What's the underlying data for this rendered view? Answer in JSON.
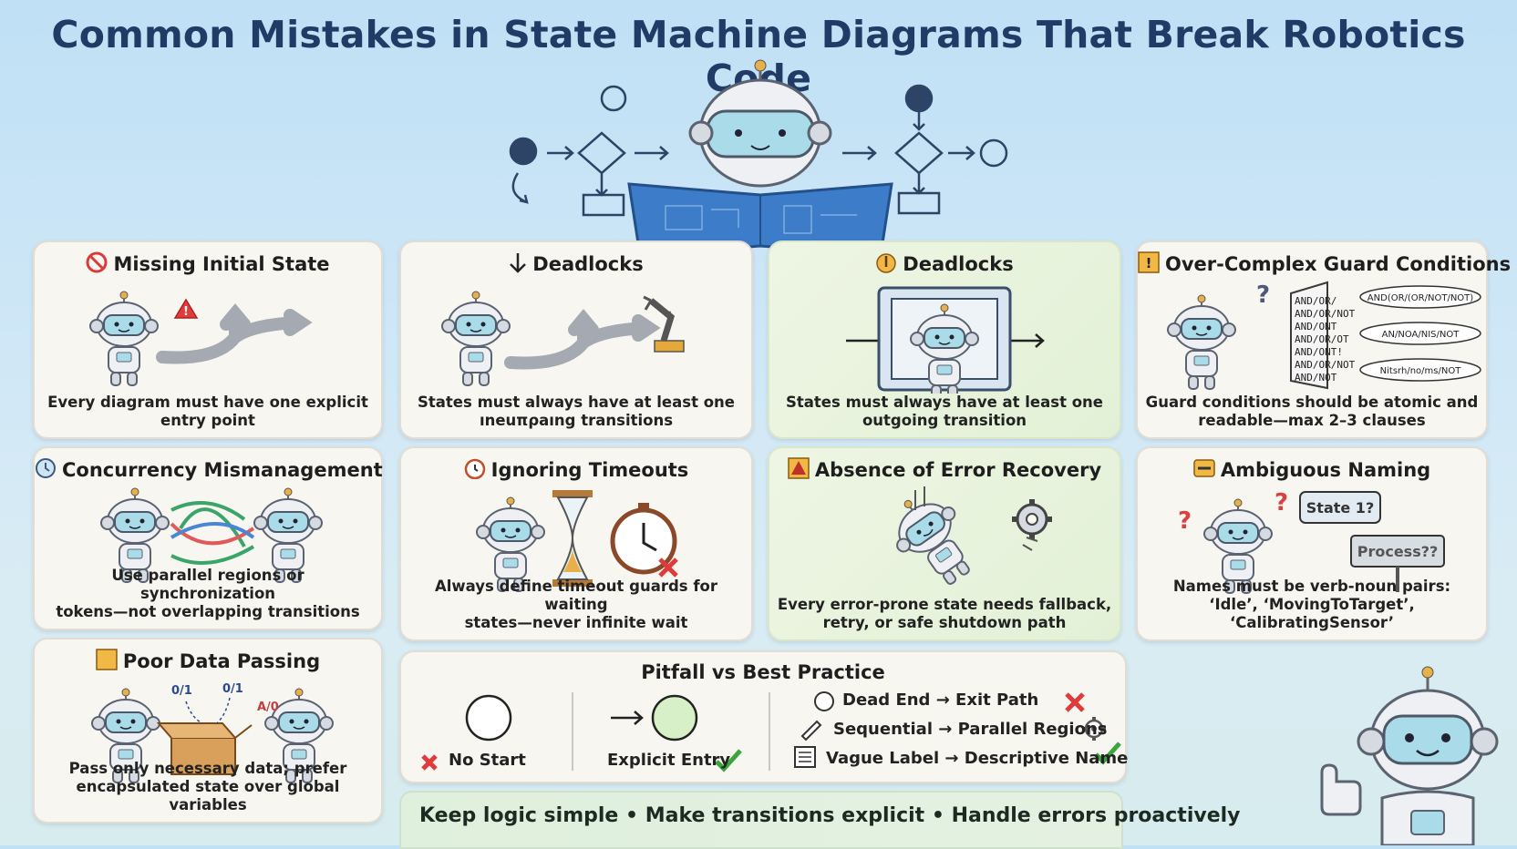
{
  "title": "Common Mistakes in State Machine Diagrams That Break Robotics Code",
  "cards": [
    {
      "id": "missing-initial-state",
      "title": "Missing Initial State",
      "icon": "no-entry-icon",
      "desc_line1": "Every diagram must have one explicit",
      "desc_line2": "entry point"
    },
    {
      "id": "deadlocks-1",
      "title": "Deadlocks",
      "icon": "down-arrow-icon",
      "desc_line1": "States must always have at least one",
      "desc_line2": "ıneuπρaıng transitions"
    },
    {
      "id": "deadlocks-2",
      "title": "Deadlocks",
      "icon": "hand-pointer-icon",
      "desc_line1": "States must always have at least one",
      "desc_line2": "outgoing transition"
    },
    {
      "id": "over-complex-guard",
      "title": "Over-Complex Guard Conditions",
      "icon": "warning-box-icon",
      "desc_line1": "Guard conditions should be atomic and",
      "desc_line2": "readable—max 2–3 clauses"
    },
    {
      "id": "concurrency",
      "title": "Concurrency Mismanagement",
      "icon": "clock-icon",
      "desc_line1": "Use parallel regions or synchronization",
      "desc_line2": "tokens—not overlapping transitions"
    },
    {
      "id": "timeouts",
      "title": "Ignoring Timeouts",
      "icon": "stopwatch-icon",
      "desc_line1": "Always define timeout guards for waiting",
      "desc_line2": "states—never infinite wait"
    },
    {
      "id": "error-recovery",
      "title": "Absence of Error Recovery",
      "icon": "alert-box-icon",
      "desc_line1": "Every error-prone state needs fallback,",
      "desc_line2": "retry, or safe shutdown path"
    },
    {
      "id": "ambiguous-naming",
      "title": "Ambiguous Naming",
      "icon": "label-icon",
      "desc_line1": "Names must be verb-noun pairs:",
      "desc_line2": "‘Idle’, ‘MovingToTarget’, ‘CalibratingSensor’"
    },
    {
      "id": "poor-data-passing",
      "title": "Poor Data Passing",
      "icon": "square-icon",
      "desc_line1": "Pass only necessary data; prefer",
      "desc_line2": "encapsulated state over global variables"
    }
  ],
  "guard_clauses": [
    "AND/OR/",
    "AND/OR/NOT",
    "AND/ONT",
    "AND/OR/OT",
    "AND/ONT!",
    "AND/OR/NOT",
    "AND/NOT"
  ],
  "guard_bubbles": [
    "AND(OR/(OR/NOT/NOT)",
    "AN/NOA/NIS/NOT",
    "Nitsrh/no/ms/NOT"
  ],
  "data_bits": [
    "0/1",
    "0/1",
    "A/0"
  ],
  "naming_bubbles": [
    "State 1?",
    "Process??"
  ],
  "comparison": {
    "title": "Pitfall vs Best Practice",
    "no_start": "No Start",
    "explicit_entry": "Explicit Entry",
    "rows": [
      {
        "text": "Dead End → Exit Path",
        "icon": "stopwatch-icon",
        "mark": "cross"
      },
      {
        "text": "Sequential → Parallel Regions",
        "icon": "pen-icon",
        "mark": "gear"
      },
      {
        "text": "Vague Label → Descriptive Name",
        "icon": "list-icon",
        "mark": "check"
      }
    ]
  },
  "footer": "Keep logic simple • Make transitions explicit • Handle errors proactively",
  "colors": {
    "title": "#1f3b66",
    "cross": "#e03a3a",
    "check": "#3aa53a",
    "robot_face": "#a9dbe8"
  }
}
